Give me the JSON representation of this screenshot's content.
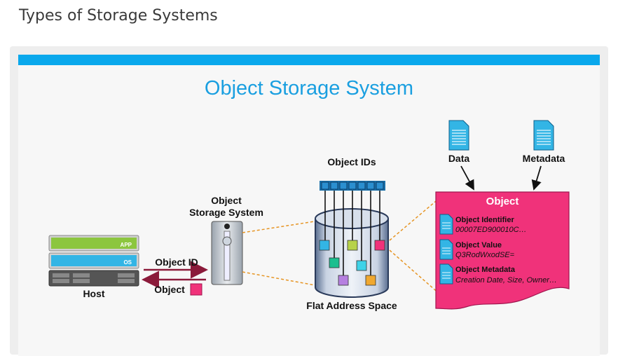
{
  "page": {
    "heading": "Types of Storage Systems"
  },
  "slide": {
    "title": "Object Storage System",
    "host": {
      "label": "Host",
      "app_label": "APP",
      "os_label": "OS",
      "arrow_label": "Object ID",
      "return_label": "Object"
    },
    "storage_system": {
      "label_line1": "Object",
      "label_line2": "Storage System"
    },
    "flat_space": {
      "label": "Flat Address Space",
      "ids_label": "Object IDs"
    },
    "inputs": {
      "data_label": "Data",
      "metadata_label": "Metadata"
    },
    "object_card": {
      "title": "Object",
      "entries": [
        {
          "label": "Object Identifier",
          "value": "00007ED900010C…"
        },
        {
          "label": "Object Value",
          "value": "Q3RodWxodSE="
        },
        {
          "label": "Object Metadata",
          "value": "Creation Date, Size, Owner…"
        }
      ]
    }
  },
  "colors": {
    "accent": "#0aa8ec",
    "title": "#1a9fe0",
    "object_card": "#f0327a",
    "app_bar": "#8cc63f",
    "os_bar": "#33b5e5",
    "arrow": "#8b1a3a",
    "cylinder": "#3a4a6a"
  }
}
